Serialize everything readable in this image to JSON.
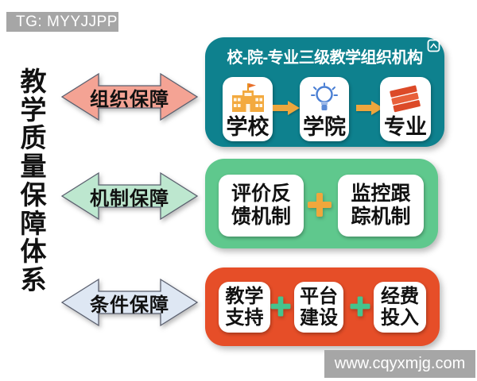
{
  "badge": {
    "text": "TG: MYYJJPP"
  },
  "watermark": {
    "text": "www.cqyxmjg.com"
  },
  "left_title": {
    "text": "教学质量保障体系",
    "chars": [
      "教",
      "学",
      "质",
      "量",
      "保",
      "障",
      "体",
      "系"
    ]
  },
  "arrows": [
    {
      "label": "组织保障",
      "color": "#f4a394",
      "icon": "double-headed-arrow"
    },
    {
      "label": "机制保障",
      "color": "#bde7cf",
      "icon": "double-headed-arrow"
    },
    {
      "label": "条件保障",
      "color": "#dee7f3",
      "icon": "double-headed-arrow"
    }
  ],
  "organization_box": {
    "title": "校-院-专业三级教学组织机构",
    "bg_color": "#0e818e",
    "connector_color": "#eda63d",
    "items": [
      {
        "label": "学校",
        "icon": "school-building-icon"
      },
      {
        "label": "学院",
        "icon": "lightbulb-icon"
      },
      {
        "label": "专业",
        "icon": "books-icon"
      }
    ]
  },
  "mechanism_box": {
    "bg_color": "#5fc88d",
    "plus_color": "#f0a73c",
    "items": [
      {
        "line1": "评价反",
        "line2": "馈机制"
      },
      {
        "line1": "监控跟",
        "line2": "踪机制"
      }
    ]
  },
  "condition_box": {
    "bg_color": "#e64e28",
    "plus_color": "#45c48e",
    "items": [
      {
        "line1": "教学",
        "line2": "支持"
      },
      {
        "line1": "平台",
        "line2": "建设"
      },
      {
        "line1": "经费",
        "line2": "投入"
      }
    ]
  }
}
